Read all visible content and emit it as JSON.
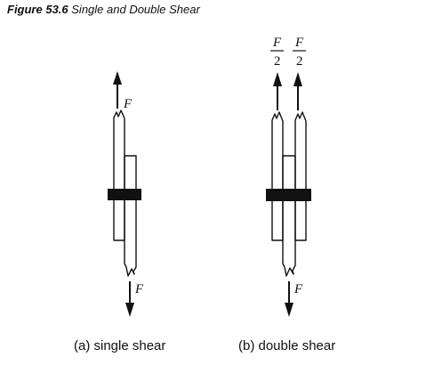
{
  "figure": {
    "number": "Figure 53.6",
    "title": "Single and Double Shear"
  },
  "diagram_a": {
    "force_top_label": "F",
    "force_bottom_label": "F",
    "caption": "(a) single shear"
  },
  "diagram_b": {
    "force_top_label_1": "F",
    "force_top_label_1_den": "2",
    "force_top_label_2": "F",
    "force_top_label_2_den": "2",
    "force_bottom_label": "F",
    "caption": "(b) double shear"
  }
}
